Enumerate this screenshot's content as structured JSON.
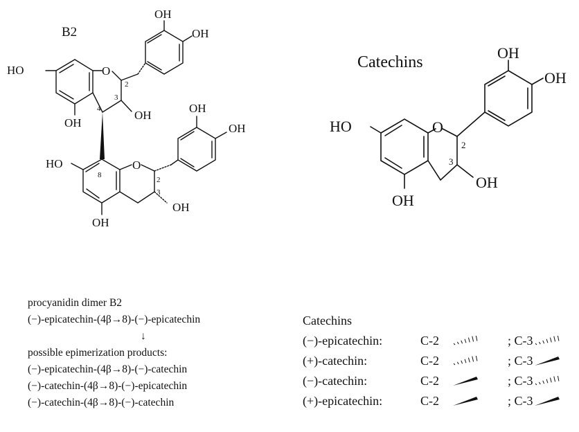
{
  "b2_structure": {
    "title": "B2",
    "atoms": [
      "OH",
      "OH",
      "HO",
      "O",
      "OH",
      "OH",
      "OH",
      "OH",
      "HO",
      "O",
      "OH",
      "OH"
    ],
    "numbers": [
      "2",
      "3",
      "4",
      "8",
      "2",
      "3"
    ]
  },
  "catechin_structure": {
    "title": "Catechins",
    "atoms": [
      "OH",
      "OH",
      "HO",
      "O",
      "OH",
      "OH"
    ],
    "numbers": [
      "2",
      "3"
    ]
  },
  "left_text": {
    "line1": "procyanidin dimer B2",
    "line2": "(−)-epicatechin-(4β→8)-(−)-epicatechin",
    "arrow": "↓",
    "line3": "possible epimerization products:",
    "line4": "(−)-epicatechin-(4β→8)-(−)-catechin",
    "line5": "(−)-catechin-(4β→8)-(−)-epicatechin",
    "line6": "(−)-catechin-(4β→8)-(−)-catechin"
  },
  "catechins_table": {
    "title": "Catechins",
    "rows": [
      {
        "name": "(−)-epicatechin:",
        "c2": "C-2",
        "c3": "; C-3",
        "c2_bond": "hashed",
        "c3_bond": "hashed"
      },
      {
        "name": "(+)-catechin:",
        "c2": "C-2",
        "c3": "; C-3",
        "c2_bond": "hashed",
        "c3_bond": "wedge"
      },
      {
        "name": "(−)-catechin:",
        "c2": "C-2",
        "c3": "; C-3",
        "c2_bond": "wedge",
        "c3_bond": "hashed"
      },
      {
        "name": "(+)-epicatechin:",
        "c2": "C-2",
        "c3": "; C-3",
        "c2_bond": "wedge",
        "c3_bond": "wedge"
      }
    ]
  },
  "colors": {
    "ink": "#111111",
    "background": "#ffffff"
  }
}
